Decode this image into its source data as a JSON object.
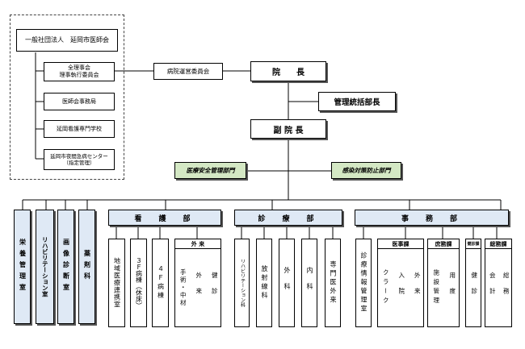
{
  "org": {
    "association": {
      "title": "一般社団法人　延岡市医師会",
      "items": [
        "全理事会\n理事執行委員会",
        "医師会事務局",
        "延岡看護専門学校",
        "延岡市夜間急病センター\n（指定管理）"
      ]
    },
    "committee": "病院運営委員会",
    "director": "院　　長",
    "general_manager": "管理統括部長",
    "vice_director": "副 院 長",
    "safety_dept": "医療安全管理部門",
    "infection_dept": "感染対策防止部門",
    "standalone_depts": [
      "栄養管理室",
      "リハビリテーション室",
      "画像診断室",
      "薬剤科"
    ],
    "nursing": {
      "title": "看　護　部",
      "units": [
        "地域医療連携室",
        "３Ｆ病棟（休床）",
        "４Ｆ病棟"
      ],
      "outpatient": {
        "title": "外 来",
        "units": [
          "手術・中材",
          "外来",
          "健診"
        ]
      }
    },
    "medical": {
      "title": "診　療　部",
      "units": [
        "リハビリテーション科",
        "放射線科",
        "外科",
        "内科",
        "専門医外来"
      ]
    },
    "admin": {
      "title": "事　務　部",
      "info": "診療情報管理室",
      "groups": [
        {
          "title": "医事課",
          "units": [
            "クラーク",
            "入院",
            "外来"
          ]
        },
        {
          "title": "庶務課",
          "units": [
            "施設管理",
            "用度"
          ]
        },
        {
          "title": "健診課",
          "units": [
            "健診"
          ]
        },
        {
          "title": "総務課",
          "units": [
            "会計",
            "総務"
          ]
        }
      ]
    }
  }
}
